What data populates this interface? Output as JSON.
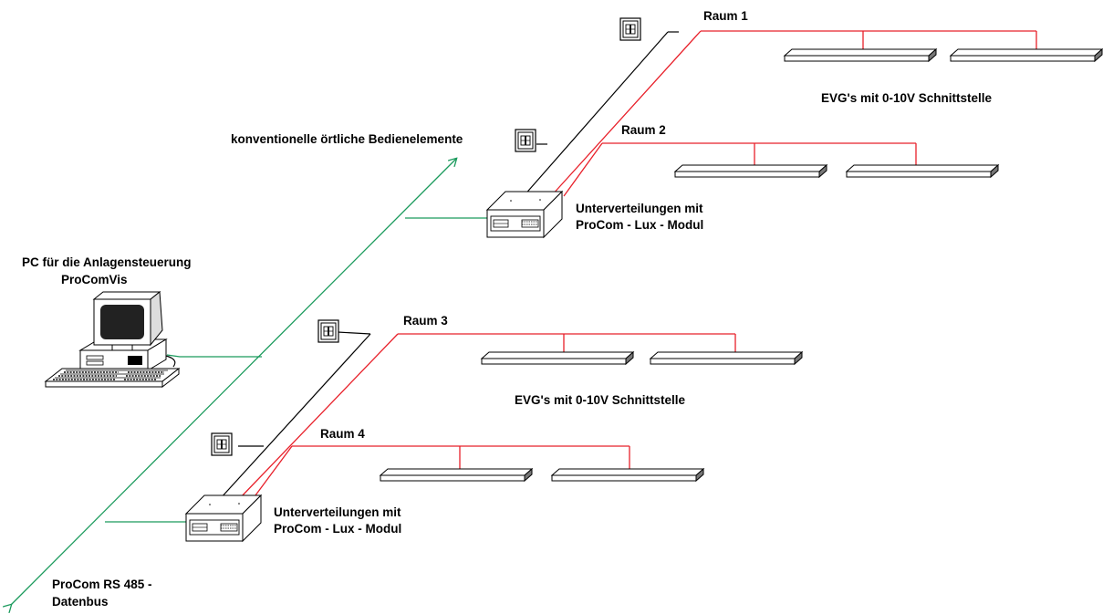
{
  "labels": {
    "raum1": "Raum 1",
    "raum2": "Raum 2",
    "raum3": "Raum 3",
    "raum4": "Raum 4",
    "evg_top": "EVG's mit 0-10V Schnittstelle",
    "evg_mid": "EVG's mit 0-10V Schnittstelle",
    "konventionelle": "konventionelle örtliche Bedienelemente",
    "pc_line1": "PC für die Anlagensteuerung",
    "pc_line2": "ProComVis",
    "uv_top_line1": "Unterverteilungen mit",
    "uv_top_line2": "ProCom - Lux - Modul",
    "uv_bottom_line1": "Unterverteilungen mit",
    "uv_bottom_line2": "ProCom - Lux - Modul",
    "bus_line1": "ProCom RS 485 -",
    "bus_line2": "Datenbus"
  },
  "colors": {
    "bus": "#1a9a5c",
    "power": "#e8202a",
    "control": "#000000",
    "fixture_shade": "#777777"
  }
}
